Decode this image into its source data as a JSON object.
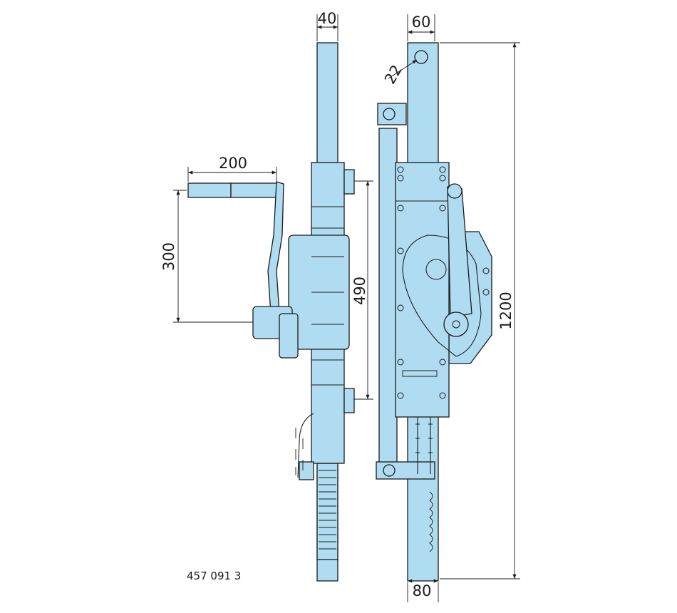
{
  "drawing": {
    "part_number": "457 091 3",
    "fill_color": "#b0dcf2",
    "dimensions": {
      "rack_width_side": "40",
      "rack_width_front": "60",
      "hole_diameter": "22",
      "crank_length": "200",
      "crank_radius": "300",
      "body_height": "490",
      "total_height": "1200",
      "base_width": "80"
    }
  }
}
